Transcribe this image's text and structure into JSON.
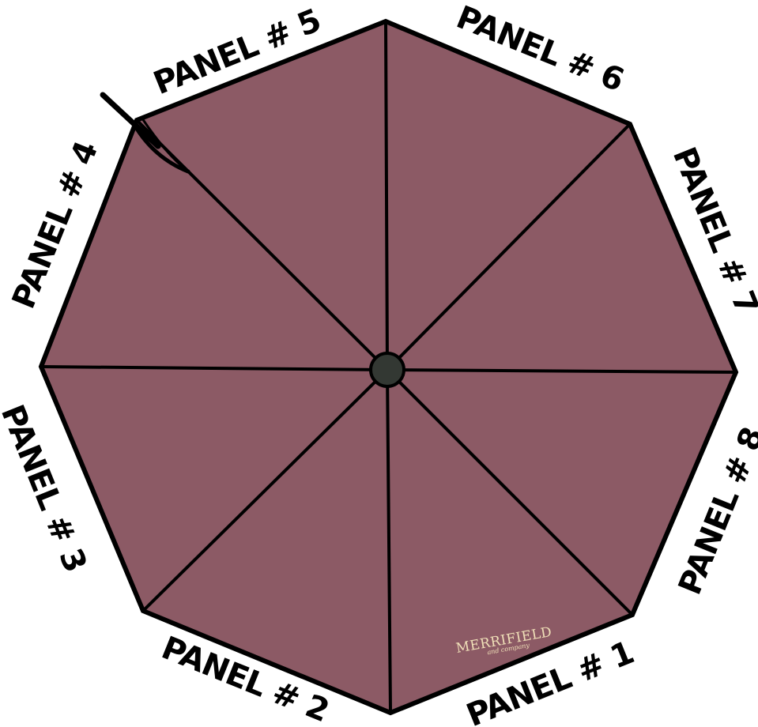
{
  "colors": {
    "canopy": "#8c5a65",
    "outline": "#000000",
    "hub": "#333833",
    "logo": "#f0e0b8"
  },
  "panels": [
    {
      "label": "PANEL # 1"
    },
    {
      "label": "PANEL # 2"
    },
    {
      "label": "PANEL # 3"
    },
    {
      "label": "PANEL # 4"
    },
    {
      "label": "PANEL # 5"
    },
    {
      "label": "PANEL # 6"
    },
    {
      "label": "PANEL # 7"
    },
    {
      "label": "PANEL # 8"
    }
  ],
  "logo": {
    "name": "MERRIFIELD",
    "tagline": "and company"
  }
}
